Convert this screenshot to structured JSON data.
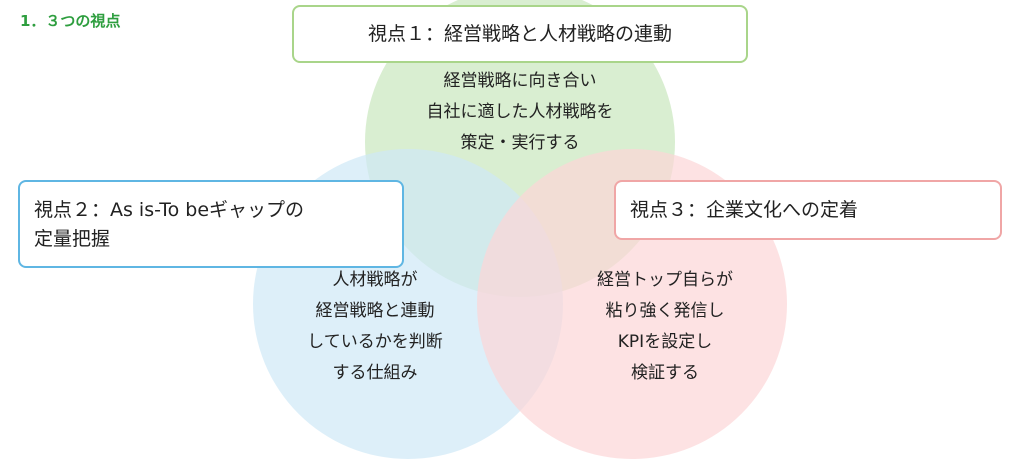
{
  "section_title": "1．３つの視点",
  "colors": {
    "title_green": "#2e9e3f",
    "circle_green": "#c9e7bd",
    "circle_blue": "#cfe8f7",
    "circle_pink": "#fcd5d7",
    "border_green": "#a9d58a",
    "border_blue": "#5fb6e3",
    "border_pink": "#f0a6a6"
  },
  "circles": {
    "top": {
      "lines": [
        "経営戦略に向き合い",
        "自社に適した人材戦略を",
        "策定・実行する"
      ]
    },
    "left": {
      "lines": [
        "人材戦略が",
        "経営戦略と連動",
        "しているかを判断",
        "する仕組み"
      ]
    },
    "right": {
      "lines": [
        "経営トップ自らが",
        "粘り強く発信し",
        "KPIを設定し",
        "検証する"
      ]
    }
  },
  "callouts": {
    "viewpoint1": {
      "lines": [
        "視点１：経営戦略と人材戦略の連動"
      ]
    },
    "viewpoint2": {
      "lines": [
        "視点２：As is-To beギャップの",
        "定量把握"
      ]
    },
    "viewpoint3": {
      "lines": [
        "視点３：企業文化への定着"
      ]
    }
  }
}
